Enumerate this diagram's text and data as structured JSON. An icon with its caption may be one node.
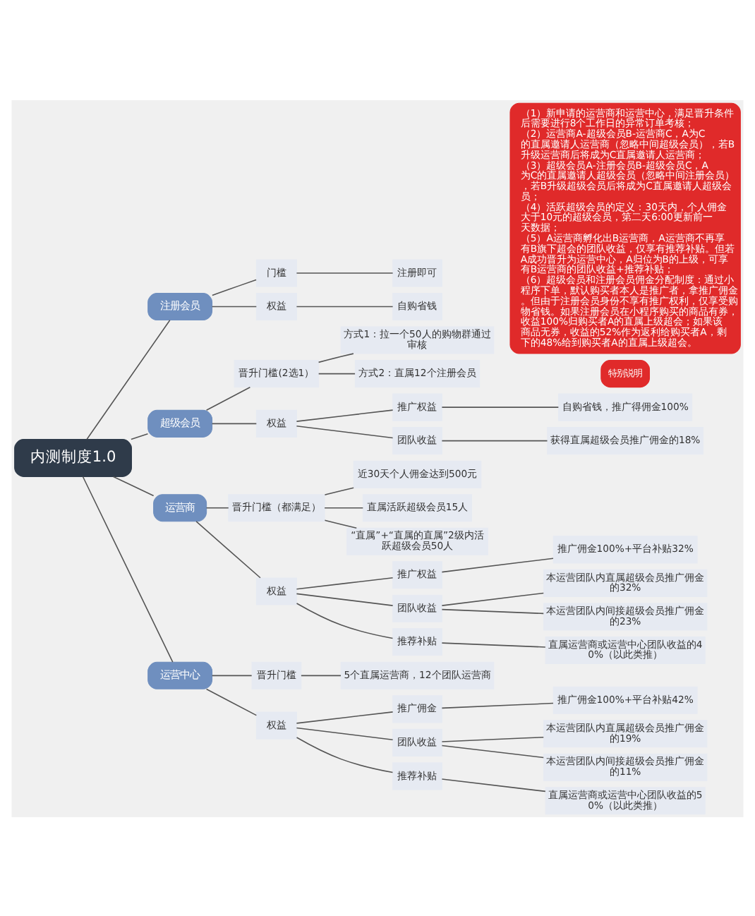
{
  "diagram": {
    "nodes": [
      {
        "text": [
          "内测制度1.0"
        ]
      },
      {
        "text": [
          "注册会员"
        ]
      },
      {
        "text": [
          "门槛"
        ]
      },
      {
        "text": [
          "注册即可"
        ]
      },
      {
        "text": [
          "权益"
        ]
      },
      {
        "text": [
          "自购省钱"
        ]
      },
      {
        "text": [
          "超级会员"
        ]
      },
      {
        "text": [
          "晋升门槛(2选1）"
        ]
      },
      {
        "text": [
          "方式1：拉一个50人的购物群通过审核"
        ]
      },
      {
        "text": [
          "方式2：直属12个注册会员"
        ]
      },
      {
        "text": [
          "权益"
        ]
      },
      {
        "text": [
          "推广权益"
        ]
      },
      {
        "text": [
          "自购省钱，推广得佣金100%"
        ]
      },
      {
        "text": [
          "团队收益"
        ]
      },
      {
        "text": [
          "获得直属超级会员推广佣金的18%"
        ]
      },
      {
        "text": [
          "运营商"
        ]
      },
      {
        "text": [
          "晋升门槛（都满足）"
        ]
      },
      {
        "text": [
          "近30天个人佣金达到500元"
        ]
      },
      {
        "text": [
          "直属活跃超级会员15人"
        ]
      },
      {
        "text": [
          "“直属”+“直属的直属”2级内活跃超级会员50人"
        ]
      },
      {
        "text": [
          "权益"
        ]
      },
      {
        "text": [
          "推广权益"
        ]
      },
      {
        "text": [
          "推广佣金100%+平台补贴32%"
        ]
      },
      {
        "text": [
          "团队收益"
        ]
      },
      {
        "text": [
          "本运营团队内直属超级会员推广佣金的32%"
        ]
      },
      {
        "text": [
          "本运营团队内间接超级会员推广佣金的23%"
        ]
      },
      {
        "text": [
          "推荐补贴"
        ]
      },
      {
        "text": [
          "直属运营商或运营中心团队收益的40%（以此类推）"
        ]
      },
      {
        "text": [
          "运营中心"
        ]
      },
      {
        "text": [
          "晋升门槛"
        ]
      },
      {
        "text": [
          "5个直属运营商，12个团队运营商"
        ]
      },
      {
        "text": [
          "权益"
        ]
      },
      {
        "text": [
          "推广佣金"
        ]
      },
      {
        "text": [
          "推广佣金100%+平台补贴42%"
        ]
      },
      {
        "text": [
          "团队收益"
        ]
      },
      {
        "text": [
          "本运营团队内直属超级会员推广佣金的19%"
        ]
      },
      {
        "text": [
          "本运营团队内间接超级会员推广佣金的11%"
        ]
      },
      {
        "text": [
          "推荐补贴"
        ]
      },
      {
        "text": [
          "直属运营商或运营中心团队收益的50%（以此类推）"
        ]
      },
      {
        "text": [
          "特别说明"
        ]
      },
      {
        "text": [
          "（1）新申请的运营商和运营中心，满足晋升条件后需要进行8个工作日的异常订单考核；",
          "（2）运营商A-超级会员B-运营商C，A为C的直属邀请人运营商（忽略中间超级会员），若B升级运营商后将成为C直属邀请人运营商；",
          "（3）超级会员A-注册会员B-超级会员C，A为C的直属邀请人超级会员（忽略中间注册会员），若B升级超级会员后将成为C直属邀请人超级会员；",
          "（4）活跃超级会员的定义：30天内，个人佣金大于10元的超级会员，第二天6:00更新前一天数据；",
          "（5）A运营商孵化出B运营商，A运营商不再享有B旗下超会的团队收益，仅享有推荐补贴。但若A成功晋升为运营中心，A归位为B的上级，可享有B运营商的团队收益+推荐补贴；",
          "（6）超级会员和注册会员佣金分配制度：通过小程序下单，默认购买者本人是推广者，拿推广佣金。但由于注册会员身份不享有推广权利，仅享受购物省钱。如果注册会员在小程序购买的商品有券，收益100%归购买者A的直属上级超会；如果该商品无券，收益的52%作为返利给购买者A，剩下的48%给到购买者A的直属上级超会。"
        ]
      }
    ],
    "edges": [
      {
        "from": 0,
        "to": 1,
        "arrow": "none"
      },
      {
        "from": 1,
        "to": 2,
        "arrow": "none"
      },
      {
        "from": 2,
        "to": 3,
        "arrow": "none"
      },
      {
        "from": 1,
        "to": 4,
        "arrow": "none"
      },
      {
        "from": 4,
        "to": 5,
        "arrow": "none"
      },
      {
        "from": 0,
        "to": 6,
        "arrow": "none"
      },
      {
        "from": 6,
        "to": 7,
        "arrow": "none"
      },
      {
        "from": 7,
        "to": 8,
        "arrow": "none"
      },
      {
        "from": 7,
        "to": 9,
        "arrow": "none"
      },
      {
        "from": 6,
        "to": 10,
        "arrow": "none"
      },
      {
        "from": 10,
        "to": 11,
        "arrow": "none"
      },
      {
        "from": 11,
        "to": 12,
        "arrow": "none"
      },
      {
        "from": 10,
        "to": 13,
        "arrow": "none"
      },
      {
        "from": 13,
        "to": 14,
        "arrow": "none"
      },
      {
        "from": 0,
        "to": 15,
        "arrow": "none"
      },
      {
        "from": 15,
        "to": 16,
        "arrow": "none"
      },
      {
        "from": 16,
        "to": 17,
        "arrow": "none"
      },
      {
        "from": 16,
        "to": 18,
        "arrow": "none"
      },
      {
        "from": 16,
        "to": 19,
        "arrow": "none"
      },
      {
        "from": 15,
        "to": 20,
        "arrow": "none"
      },
      {
        "from": 20,
        "to": 21,
        "arrow": "none"
      },
      {
        "from": 21,
        "to": 22,
        "arrow": "none"
      },
      {
        "from": 20,
        "to": 23,
        "arrow": "none"
      },
      {
        "from": 23,
        "to": 24,
        "arrow": "none"
      },
      {
        "from": 23,
        "to": 25,
        "arrow": "none"
      },
      {
        "from": 20,
        "to": 26,
        "arrow": "none"
      },
      {
        "from": 26,
        "to": 27,
        "arrow": "none"
      },
      {
        "from": 0,
        "to": 28,
        "arrow": "none"
      },
      {
        "from": 28,
        "to": 29,
        "arrow": "none"
      },
      {
        "from": 29,
        "to": 30,
        "arrow": "none"
      },
      {
        "from": 28,
        "to": 31,
        "arrow": "none"
      },
      {
        "from": 31,
        "to": 32,
        "arrow": "none"
      },
      {
        "from": 32,
        "to": 33,
        "arrow": "none"
      },
      {
        "from": 31,
        "to": 34,
        "arrow": "none"
      },
      {
        "from": 34,
        "to": 35,
        "arrow": "none"
      },
      {
        "from": 34,
        "to": 36,
        "arrow": "none"
      },
      {
        "from": 31,
        "to": 37,
        "arrow": "none"
      },
      {
        "from": 37,
        "to": 38,
        "arrow": "none"
      }
    ]
  }
}
